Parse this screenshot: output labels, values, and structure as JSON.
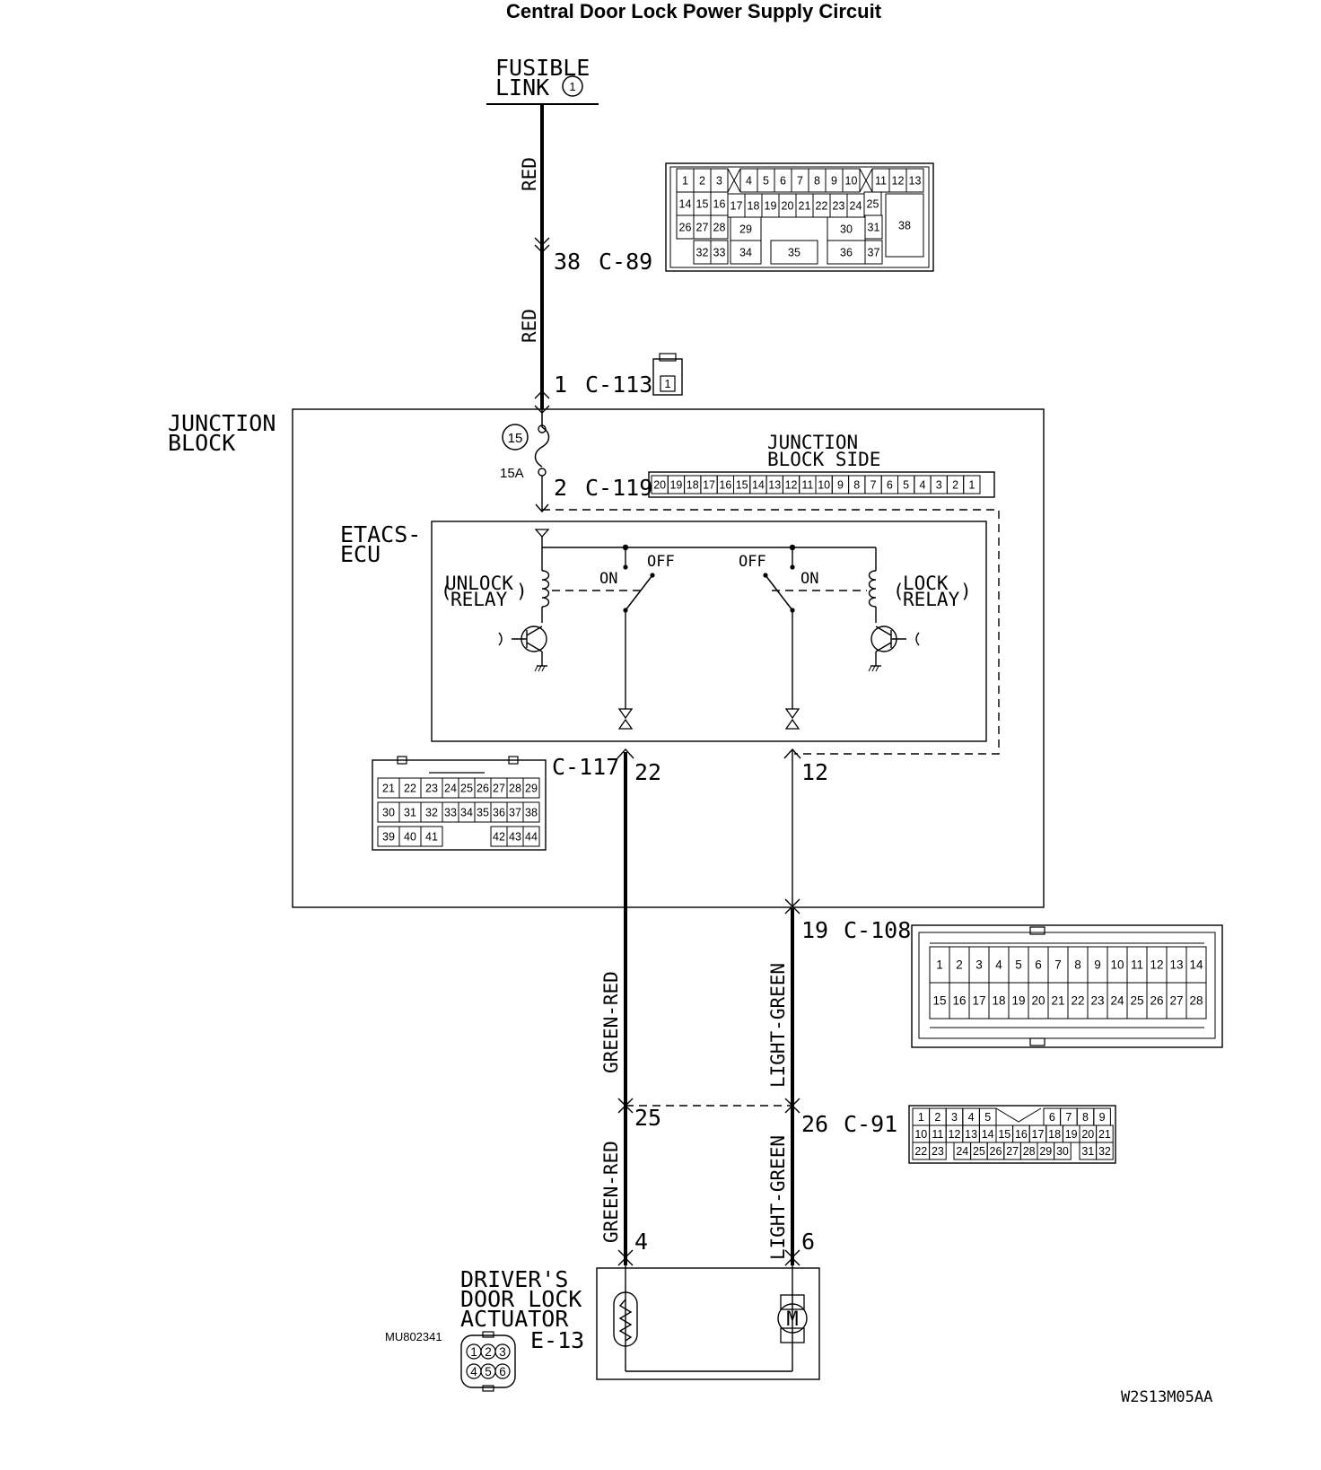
{
  "title": "Central Door Lock Power Supply Circuit",
  "fusible_link": {
    "line1": "FUSIBLE",
    "line2": "LINK",
    "num": "1"
  },
  "wire_colors": {
    "red_upper": "RED",
    "red_lower": "RED",
    "green_red_upper": "GREEN-RED",
    "green_red_lower": "GREEN-RED",
    "light_green_upper": "LIGHT-GREEN",
    "light_green_lower": "LIGHT-GREEN"
  },
  "connectors": {
    "c89": {
      "pin": "38",
      "name": "C-89"
    },
    "c113": {
      "pin": "1",
      "name": "C-113",
      "icon_pin": "1"
    },
    "c119": {
      "pin": "2",
      "name": "C-119"
    },
    "c117": {
      "name": "C-117",
      "pin_left": "22",
      "pin_right": "12"
    },
    "c108": {
      "pin": "19",
      "name": "C-108"
    },
    "c91": {
      "pin_left": "25",
      "pin_right": "26",
      "name": "C-91"
    },
    "e13": {
      "pin_left": "4",
      "pin_right": "6",
      "name": "E-13"
    }
  },
  "junction_block": {
    "line1": "JUNCTION",
    "line2": "BLOCK"
  },
  "junction_block_side": {
    "line1": "JUNCTION",
    "line2": "BLOCK SIDE"
  },
  "fuse": {
    "num": "15",
    "rating": "15A"
  },
  "etacs": {
    "line1": "ETACS-",
    "line2": "ECU"
  },
  "unlock_relay": {
    "line1": "UNLOCK",
    "line2": "RELAY"
  },
  "lock_relay": {
    "line1": "LOCK",
    "line2": "RELAY"
  },
  "switch": {
    "on": "ON",
    "off": "OFF"
  },
  "actuator": {
    "line1": "DRIVER'S",
    "line2": "DOOR LOCK",
    "line3": "ACTUATOR"
  },
  "codes": {
    "mu": "MU802341",
    "figure": "W2S13M05AA"
  },
  "c89_pins": [
    "1",
    "2",
    "3",
    "4",
    "5",
    "6",
    "7",
    "8",
    "9",
    "10",
    "11",
    "12",
    "13",
    "14",
    "15",
    "16",
    "17",
    "18",
    "19",
    "20",
    "21",
    "22",
    "23",
    "24",
    "25",
    "26",
    "27",
    "28",
    "29",
    "30",
    "31",
    "32",
    "33",
    "34",
    "35",
    "36",
    "37",
    "38"
  ],
  "c119_pins": [
    "20",
    "19",
    "18",
    "17",
    "16",
    "15",
    "14",
    "13",
    "12",
    "11",
    "10",
    "9",
    "8",
    "7",
    "6",
    "5",
    "4",
    "3",
    "2",
    "1"
  ],
  "c117_pins": [
    "21",
    "22",
    "23",
    "24",
    "25",
    "26",
    "27",
    "28",
    "29",
    "30",
    "31",
    "32",
    "33",
    "34",
    "35",
    "36",
    "37",
    "38",
    "39",
    "40",
    "41",
    "42",
    "43",
    "44"
  ],
  "c108_pins": [
    "1",
    "2",
    "3",
    "4",
    "5",
    "6",
    "7",
    "8",
    "9",
    "10",
    "11",
    "12",
    "13",
    "14",
    "15",
    "16",
    "17",
    "18",
    "19",
    "20",
    "21",
    "22",
    "23",
    "24",
    "25",
    "26",
    "27",
    "28"
  ],
  "c91_pins": [
    "1",
    "2",
    "3",
    "4",
    "5",
    "6",
    "7",
    "8",
    "9",
    "10",
    "11",
    "12",
    "13",
    "14",
    "15",
    "16",
    "17",
    "18",
    "19",
    "20",
    "21",
    "22",
    "23",
    "24",
    "25",
    "26",
    "27",
    "28",
    "29",
    "30",
    "31",
    "32"
  ],
  "e13_pins": [
    "1",
    "2",
    "3",
    "4",
    "5",
    "6"
  ]
}
